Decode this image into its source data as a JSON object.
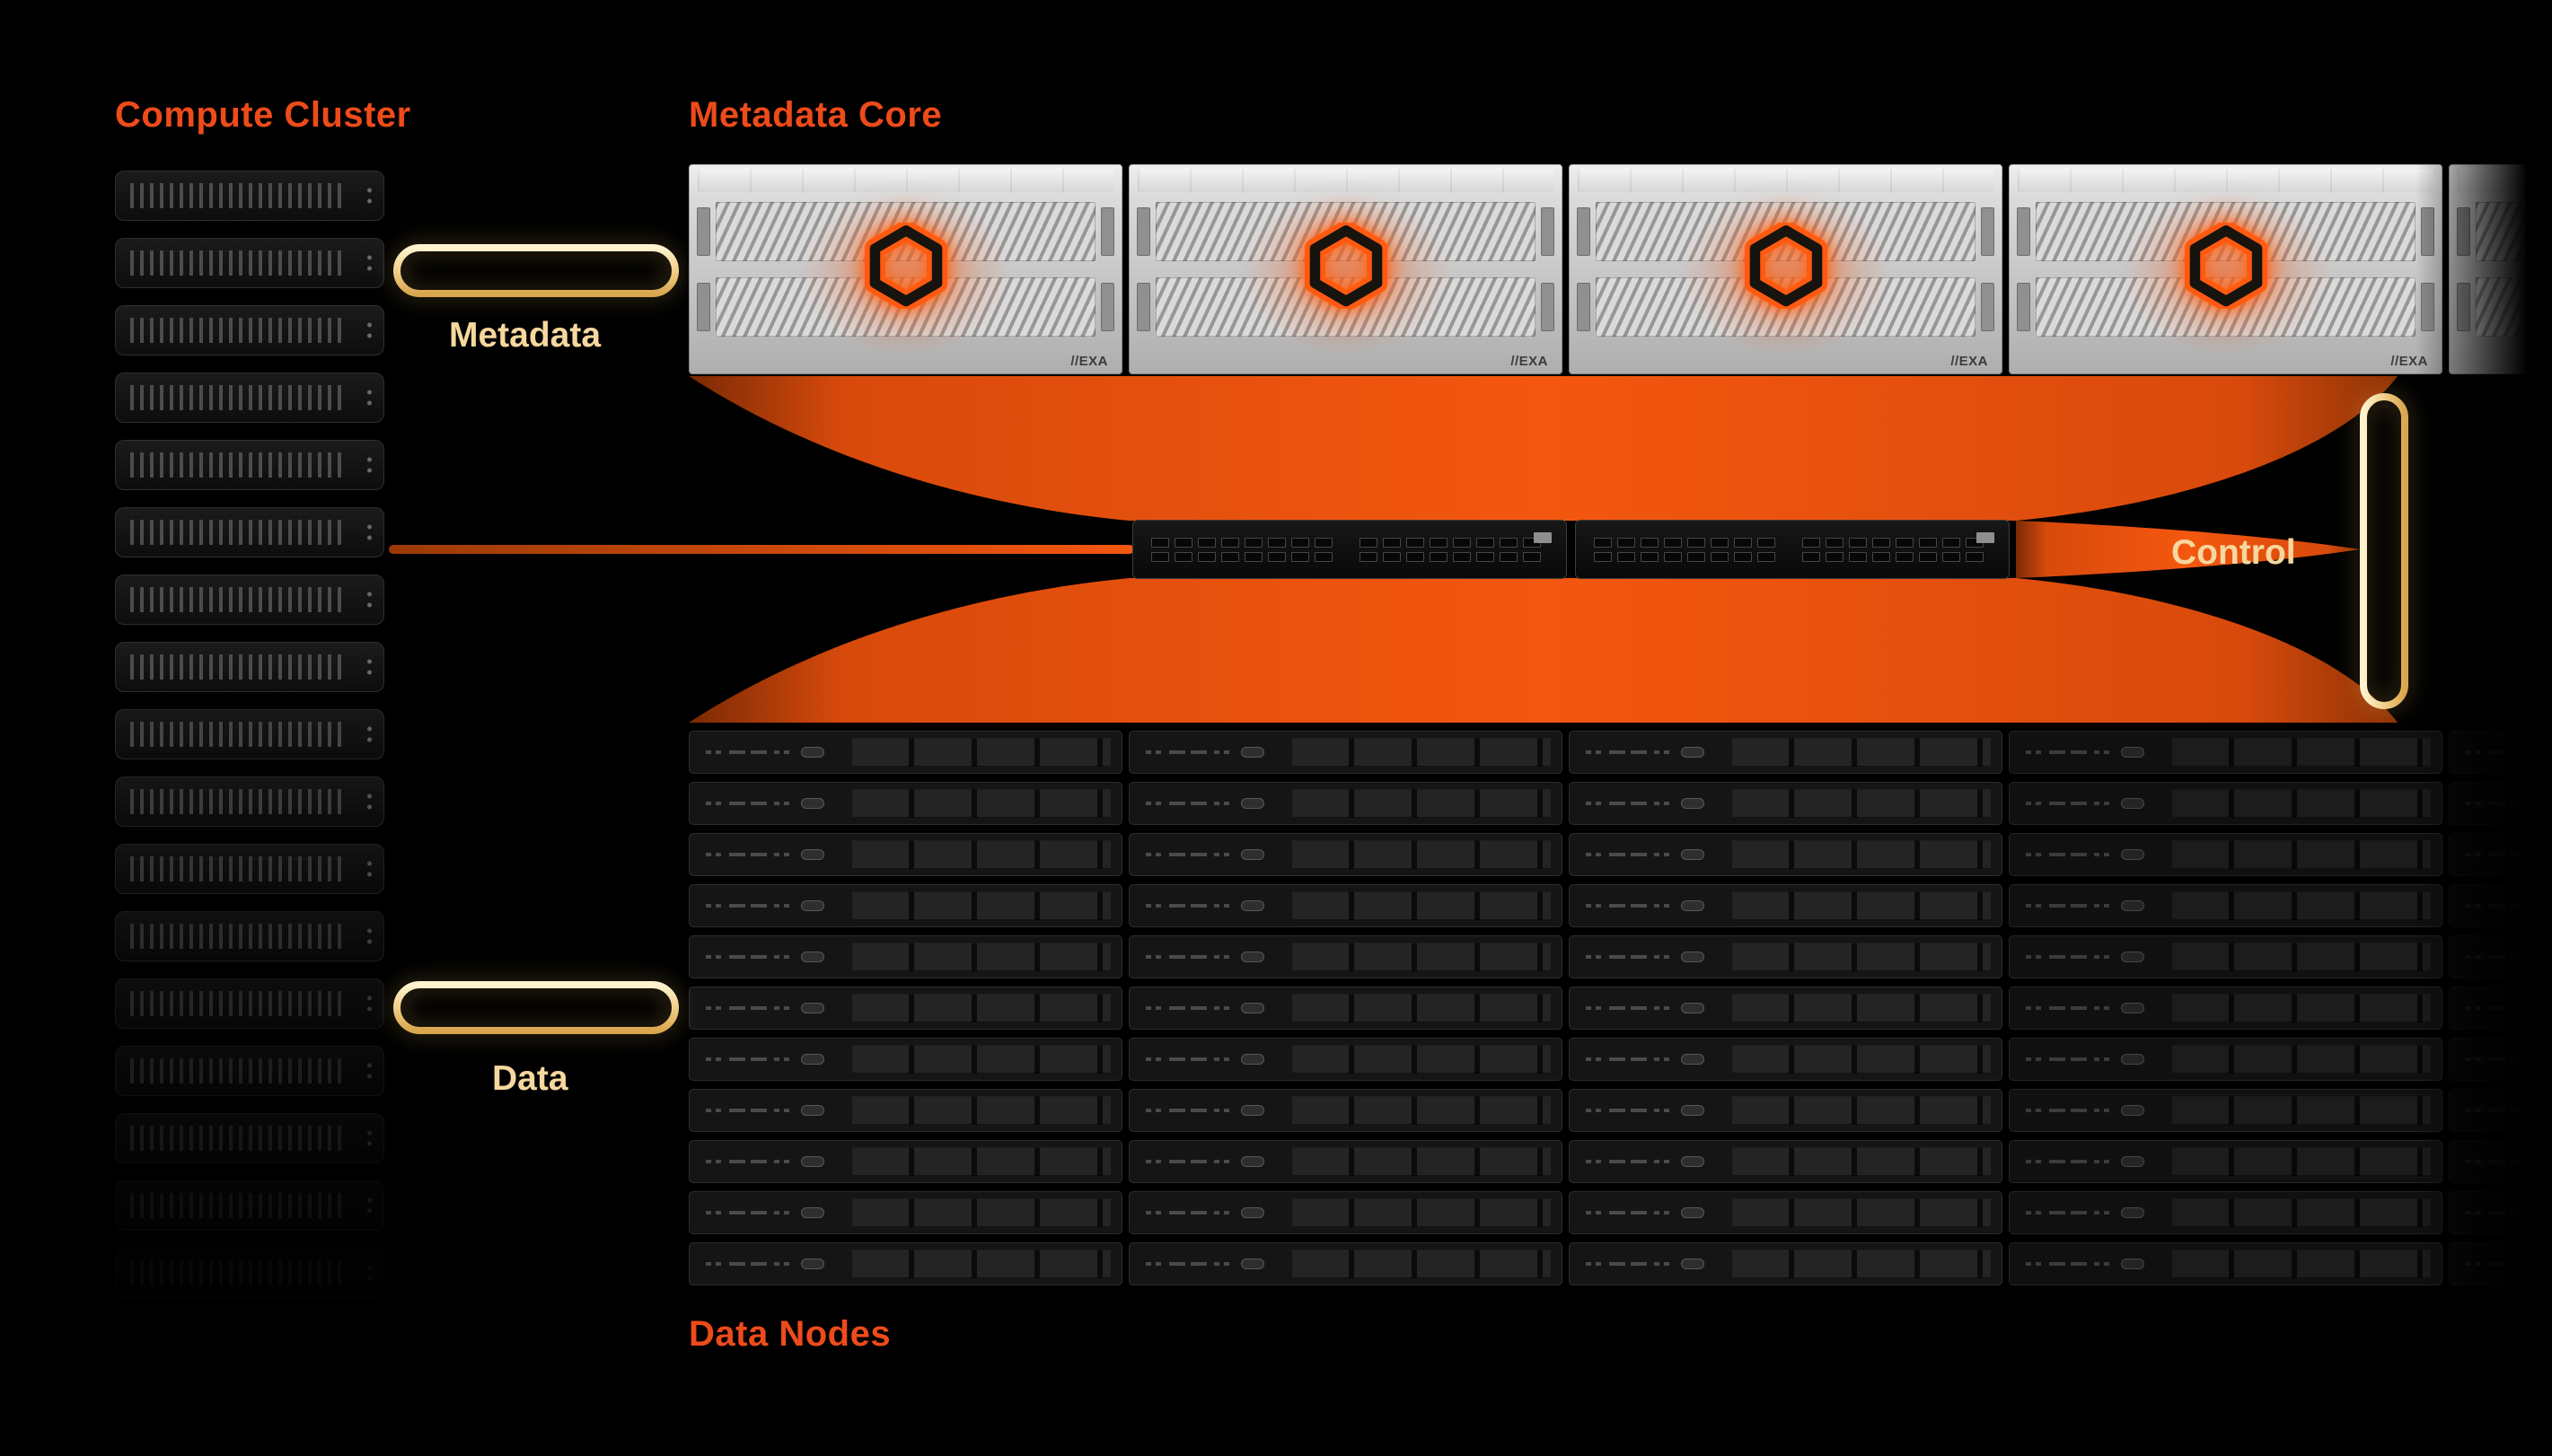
{
  "labels": {
    "compute_cluster": "Compute Cluster",
    "metadata_core": "Metadata Core",
    "data_nodes": "Data Nodes",
    "metadata_link": "Metadata",
    "data_link": "Data",
    "control_link": "Control"
  },
  "compute_cluster": {
    "server_count": 17
  },
  "metadata_core": {
    "chassis_count": 5,
    "chassis_brand": "//EXA"
  },
  "network_switch": {
    "unit_count": 2,
    "port_groups_per_unit": 2,
    "ports_per_group": 16
  },
  "data_nodes": {
    "columns": 5,
    "rows": 11
  },
  "colors": {
    "background": "#000000",
    "heading_orange": "#EE4B1A",
    "funnel_orange": "#F0540E",
    "connector_gold": "#F1CF8B",
    "label_gold": "#F6D79E"
  }
}
